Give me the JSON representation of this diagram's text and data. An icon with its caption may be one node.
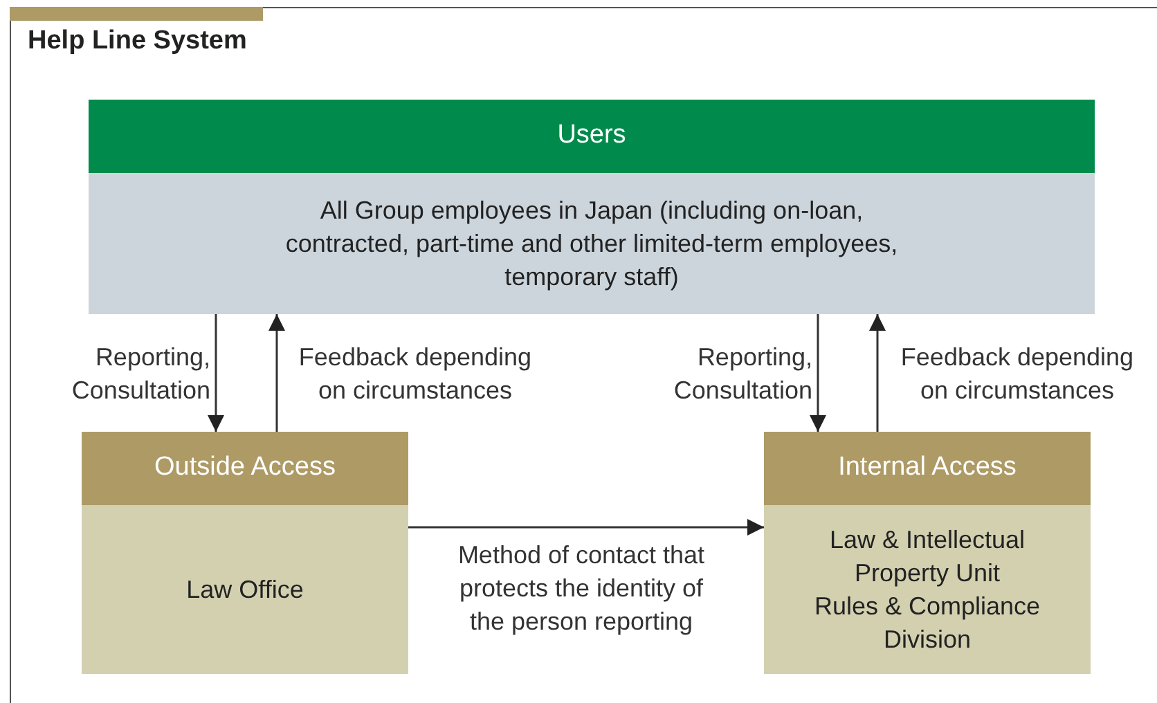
{
  "diagram": {
    "title": "Help Line System",
    "nodes": [
      {
        "text": [
          "Users",
          "All Group employees in Japan (including on-loan, contracted, part-time and other limited-term employees, temporary staff)"
        ]
      },
      {
        "text": [
          "Outside Access",
          "Law Office"
        ]
      },
      {
        "text": [
          "Internal Access",
          "Law & Intellectual Property Unit",
          "Rules & Compliance Division"
        ]
      }
    ],
    "edges": [
      {
        "from": 0,
        "to": 1,
        "arrow": "to",
        "label": "Reporting, Consultation"
      },
      {
        "from": 1,
        "to": 0,
        "arrow": "to",
        "label": "Feedback depending on circumstances"
      },
      {
        "from": 0,
        "to": 2,
        "arrow": "to",
        "label": "Reporting, Consultation"
      },
      {
        "from": 2,
        "to": 0,
        "arrow": "to",
        "label": "Feedback depending on circumstances"
      },
      {
        "from": 1,
        "to": 2,
        "arrow": "to",
        "label": "Method of contact that protects the identity of the person reporting"
      }
    ]
  }
}
